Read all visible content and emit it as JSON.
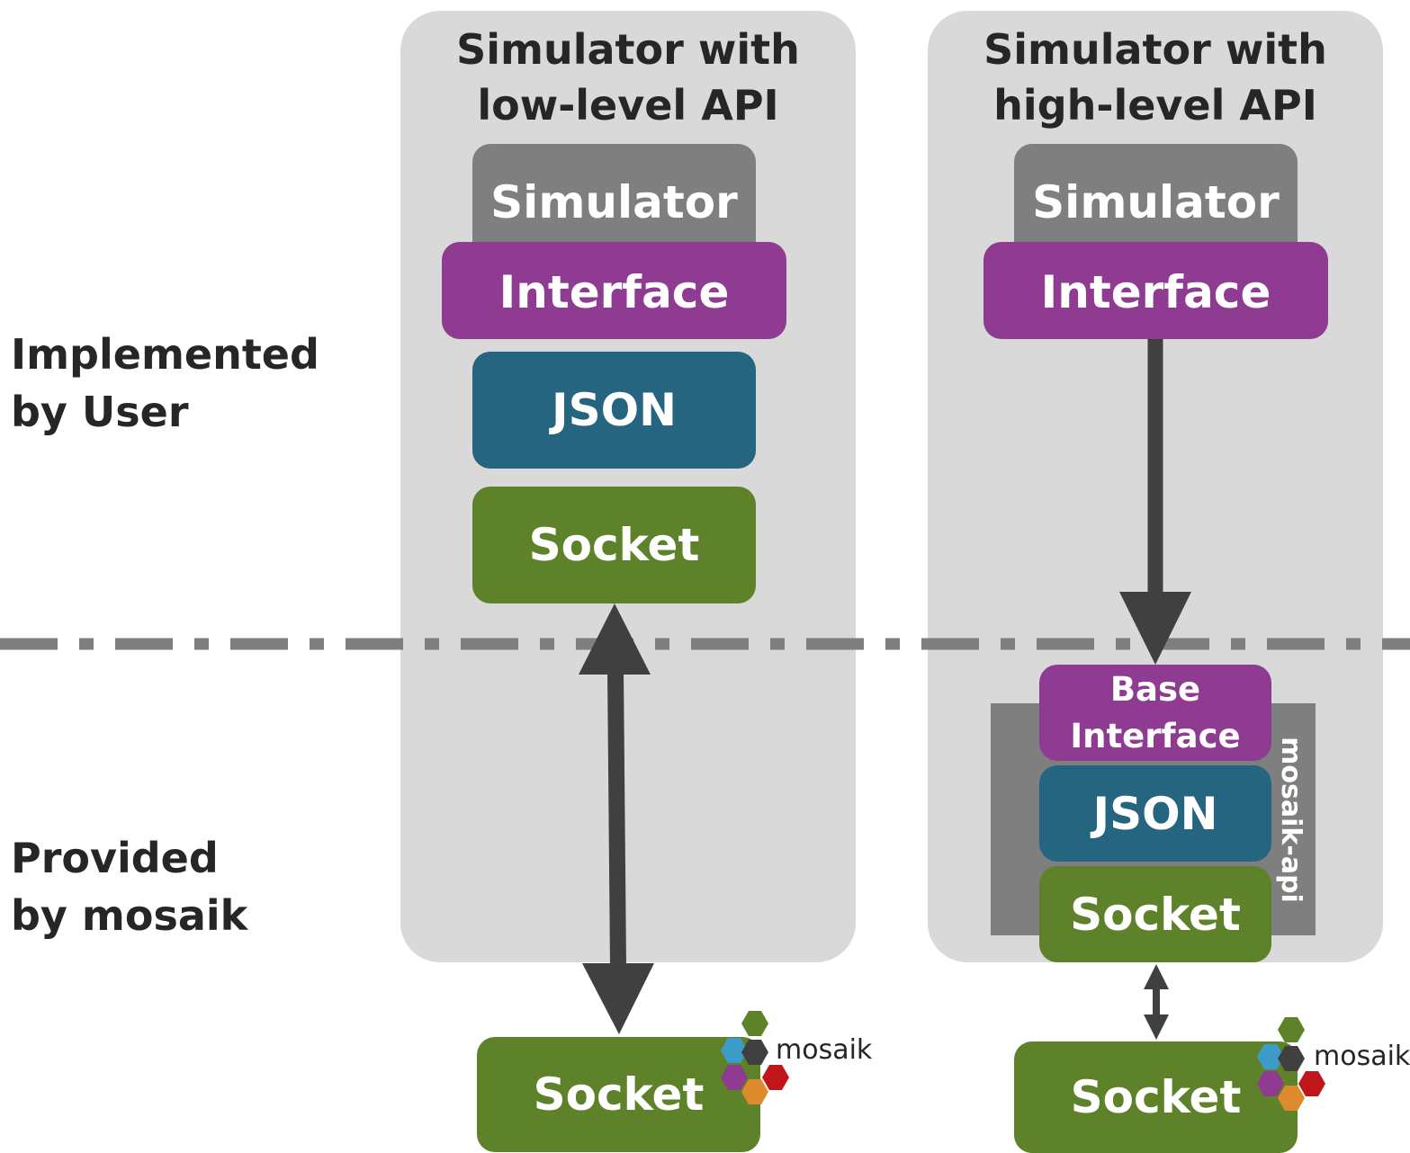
{
  "labels": {
    "implemented": "Implemented\nby User",
    "provided": "Provided\nby mosaik"
  },
  "low_level": {
    "title": "Simulator with\nlow-level API",
    "simulator": "Simulator",
    "interface": "Interface",
    "json": "JSON",
    "socket": "Socket"
  },
  "high_level": {
    "title": "Simulator with\nhigh-level API",
    "simulator": "Simulator",
    "interface": "Interface",
    "api_label": "mosaik-api",
    "base_interface": "Base\nInterface",
    "json": "JSON",
    "socket": "Socket"
  },
  "mosaik_socket_left": {
    "label": "Socket",
    "logo": "mosaik"
  },
  "mosaik_socket_right": {
    "label": "Socket",
    "logo": "mosaik"
  },
  "colors": {
    "simulator": "#7f7f7f",
    "interface": "#8e3b91",
    "json": "#25657f",
    "socket": "#5e8229",
    "panel": "#d9d9d9",
    "arrow": "#404040",
    "divider": "#7f7f7f"
  }
}
